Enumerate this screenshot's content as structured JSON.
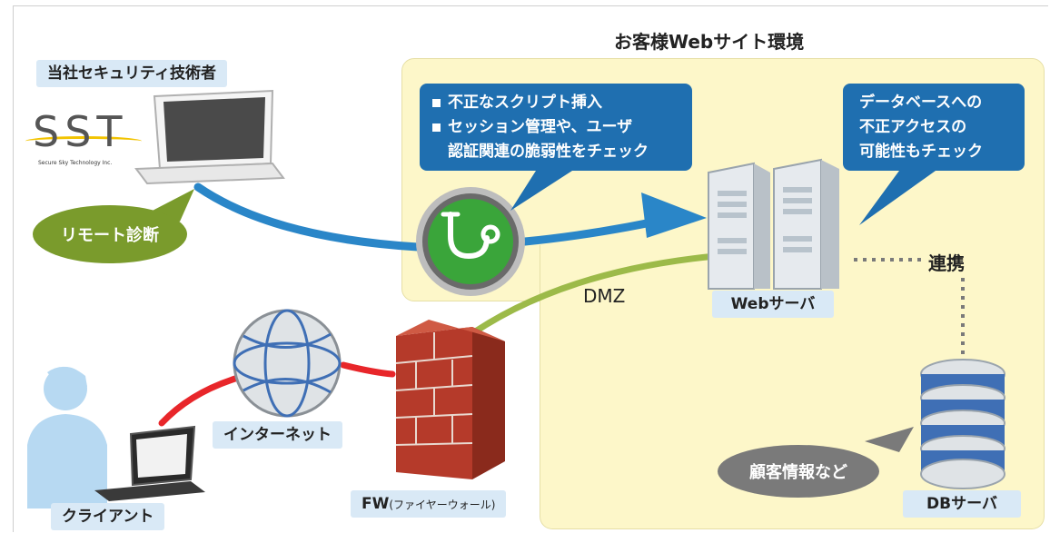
{
  "site_title": "お客様Webサイト環境",
  "engineer_label": "当社セキュリティ技術者",
  "logo": {
    "text": "SST",
    "tagline": "Secure Sky Technology Inc."
  },
  "remote_label": "リモート診断",
  "check_bubble": {
    "items": [
      "不正なスクリプト挿入",
      "セッション管理や、ユーザ"
    ],
    "continuation": "認証関連の脆弱性をチェック"
  },
  "db_bubble": [
    "データベースへの",
    "不正アクセスの",
    "可能性もチェック"
  ],
  "webserver_label": "Webサーバ",
  "link_label": "連携",
  "dmz_label": "DMZ",
  "internet_label": "インターネット",
  "firewall_label": "FW",
  "firewall_sub": "(ファイヤーウォール)",
  "client_label": "クライアント",
  "customer_label": "顧客情報など",
  "db_label": "DBサーバ",
  "colors": {
    "zone": "#fdf7c9",
    "tag": "#d9e9f6",
    "bubble": "#1f6fb0",
    "green_oval": "#7a9b2c",
    "gray_oval": "#7a7a7a",
    "blue_line": "#2a86c8",
    "green_line": "#9cba49",
    "red_line": "#e8262a"
  }
}
